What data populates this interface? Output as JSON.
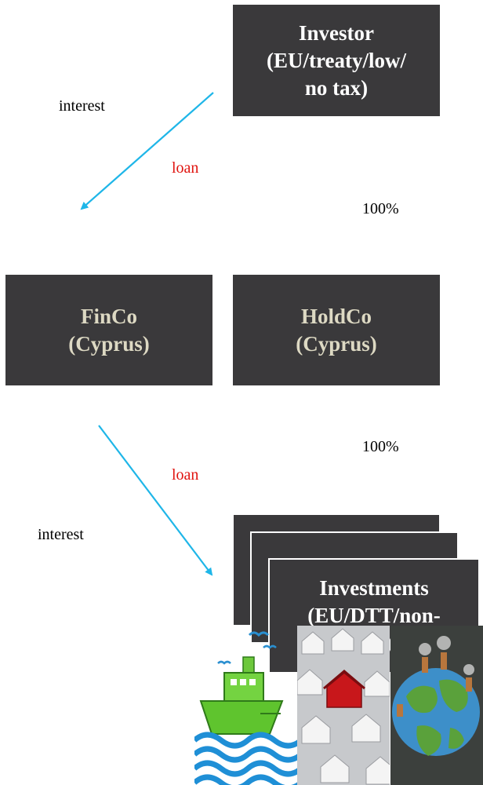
{
  "boxes": {
    "investor": "Investor\n(EU/treaty/low/\nno tax)",
    "finco": "FinCo\n(Cyprus)",
    "holdco": "HoldCo\n(Cyprus)",
    "investments": "Investments\n(EU/DTT/non-\nEU)"
  },
  "labels": {
    "interest_top": "interest",
    "loan_top": "loan",
    "pct_top": "100%",
    "pct_bottom": "100%",
    "loan_bottom": "loan",
    "interest_bottom": "interest"
  },
  "colors": {
    "box_bg": "#3a393b",
    "box_text_white": "#ffffff",
    "box_text_beige": "#ddd9c3",
    "arrow": "#1fb6e8",
    "loan_text": "#e0140f"
  },
  "icons": [
    "ship-icon",
    "houses-icon",
    "globe-icon"
  ]
}
